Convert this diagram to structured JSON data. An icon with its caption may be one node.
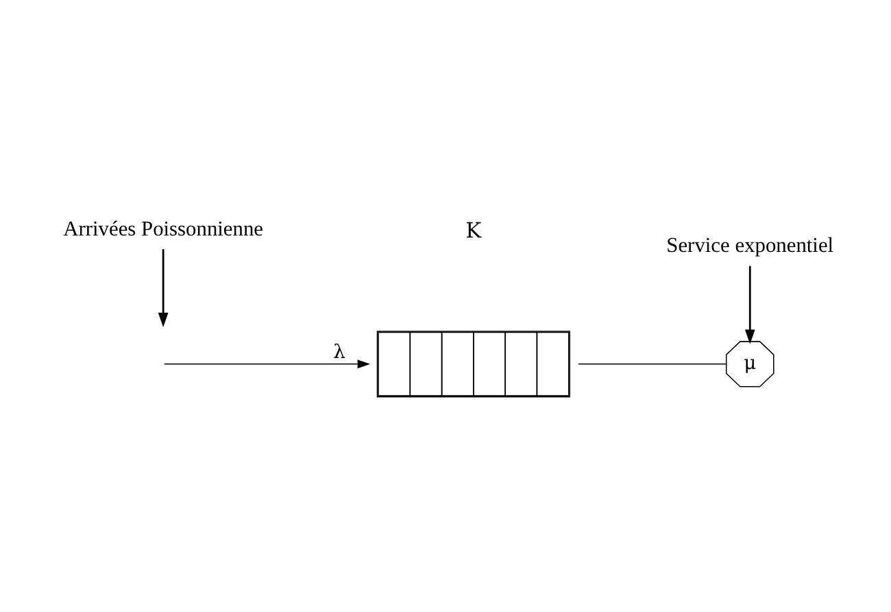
{
  "diagram": {
    "nodes": [
      {
        "text": [
          "Service exponentiel"
        ]
      },
      {
        "text": [
          "μ"
        ]
      },
      {
        "text": [],
        "shape": "box"
      },
      {
        "text": [
          "Arrivées Poissonnienne"
        ]
      }
    ],
    "edges": [
      {
        "from": 0,
        "to": 1,
        "arrow": "to"
      },
      {
        "from": 2,
        "to": 1,
        "arrow": "none"
      },
      {
        "from": null,
        "to": 2,
        "arrow": "to",
        "label": "λ"
      },
      {
        "from": 3,
        "to": null,
        "arrow": "to"
      }
    ],
    "labels": [
      "K"
    ]
  }
}
